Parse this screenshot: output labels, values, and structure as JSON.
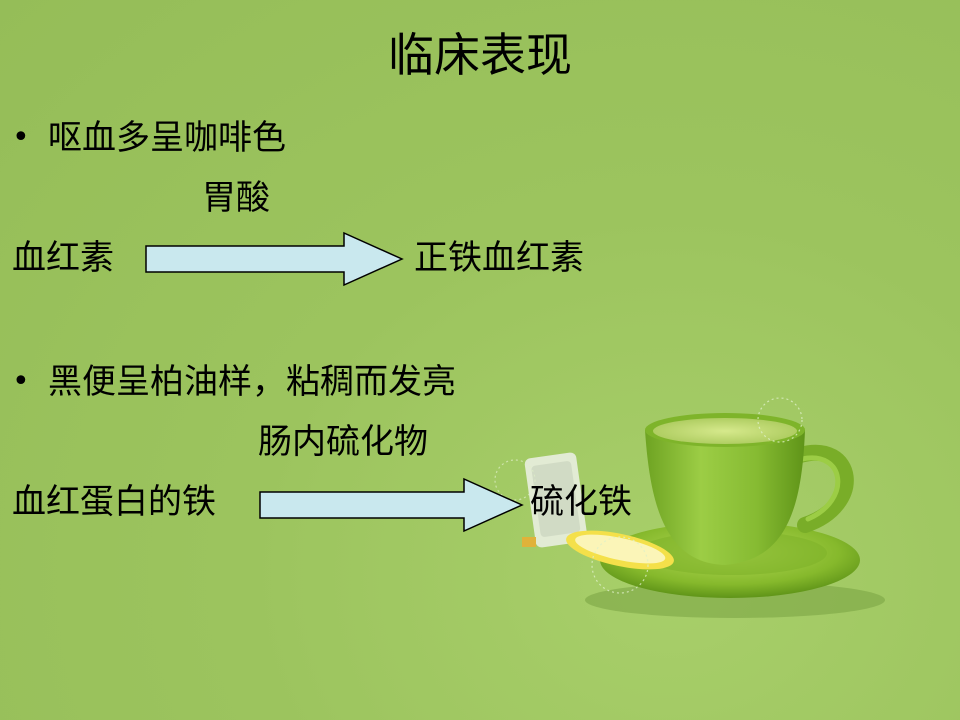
{
  "slide": {
    "title": "临床表现",
    "section1": {
      "bullet": "•",
      "heading": "呕血多呈咖啡色",
      "condition": "胃酸",
      "from": "血红素",
      "to": "正铁血红素"
    },
    "section2": {
      "bullet": "•",
      "heading": "黑便呈柏油样，粘稠而发亮",
      "condition": "肠内硫化物",
      "from": "血红蛋白的铁",
      "to": "硫化铁"
    },
    "arrow_color": "#c9e8ee",
    "background_color": "#9cc45e",
    "decoration_icon": "green-tea-cup-icon"
  }
}
